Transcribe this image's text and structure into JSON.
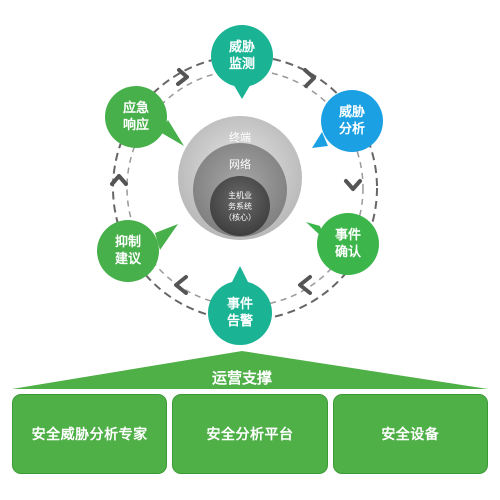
{
  "nodes": {
    "top": {
      "line1": "威胁",
      "line2": "监测",
      "color": "#1ab394"
    },
    "right_top": {
      "line1": "威胁",
      "line2": "分析",
      "color": "#1aa0e3"
    },
    "right_bottom": {
      "line1": "事件",
      "line2": "确认",
      "color": "#3cb54a"
    },
    "bottom": {
      "line1": "事件",
      "line2": "告警",
      "color": "#1ab394"
    },
    "left_bottom": {
      "line1": "抑制",
      "line2": "建议",
      "color": "#47b04a"
    },
    "left_top": {
      "line1": "应急",
      "line2": "响应",
      "color": "#47b04a"
    }
  },
  "core": {
    "outer_label": "终端",
    "middle_label": "网络",
    "inner_line1": "主机业",
    "inner_line2": "务系统",
    "inner_line3": "（核心）"
  },
  "support": {
    "title": "运营支撑",
    "boxes": [
      "安全威胁分析专家",
      "安全分析平台",
      "安全设备"
    ],
    "color": "#4fb048"
  }
}
